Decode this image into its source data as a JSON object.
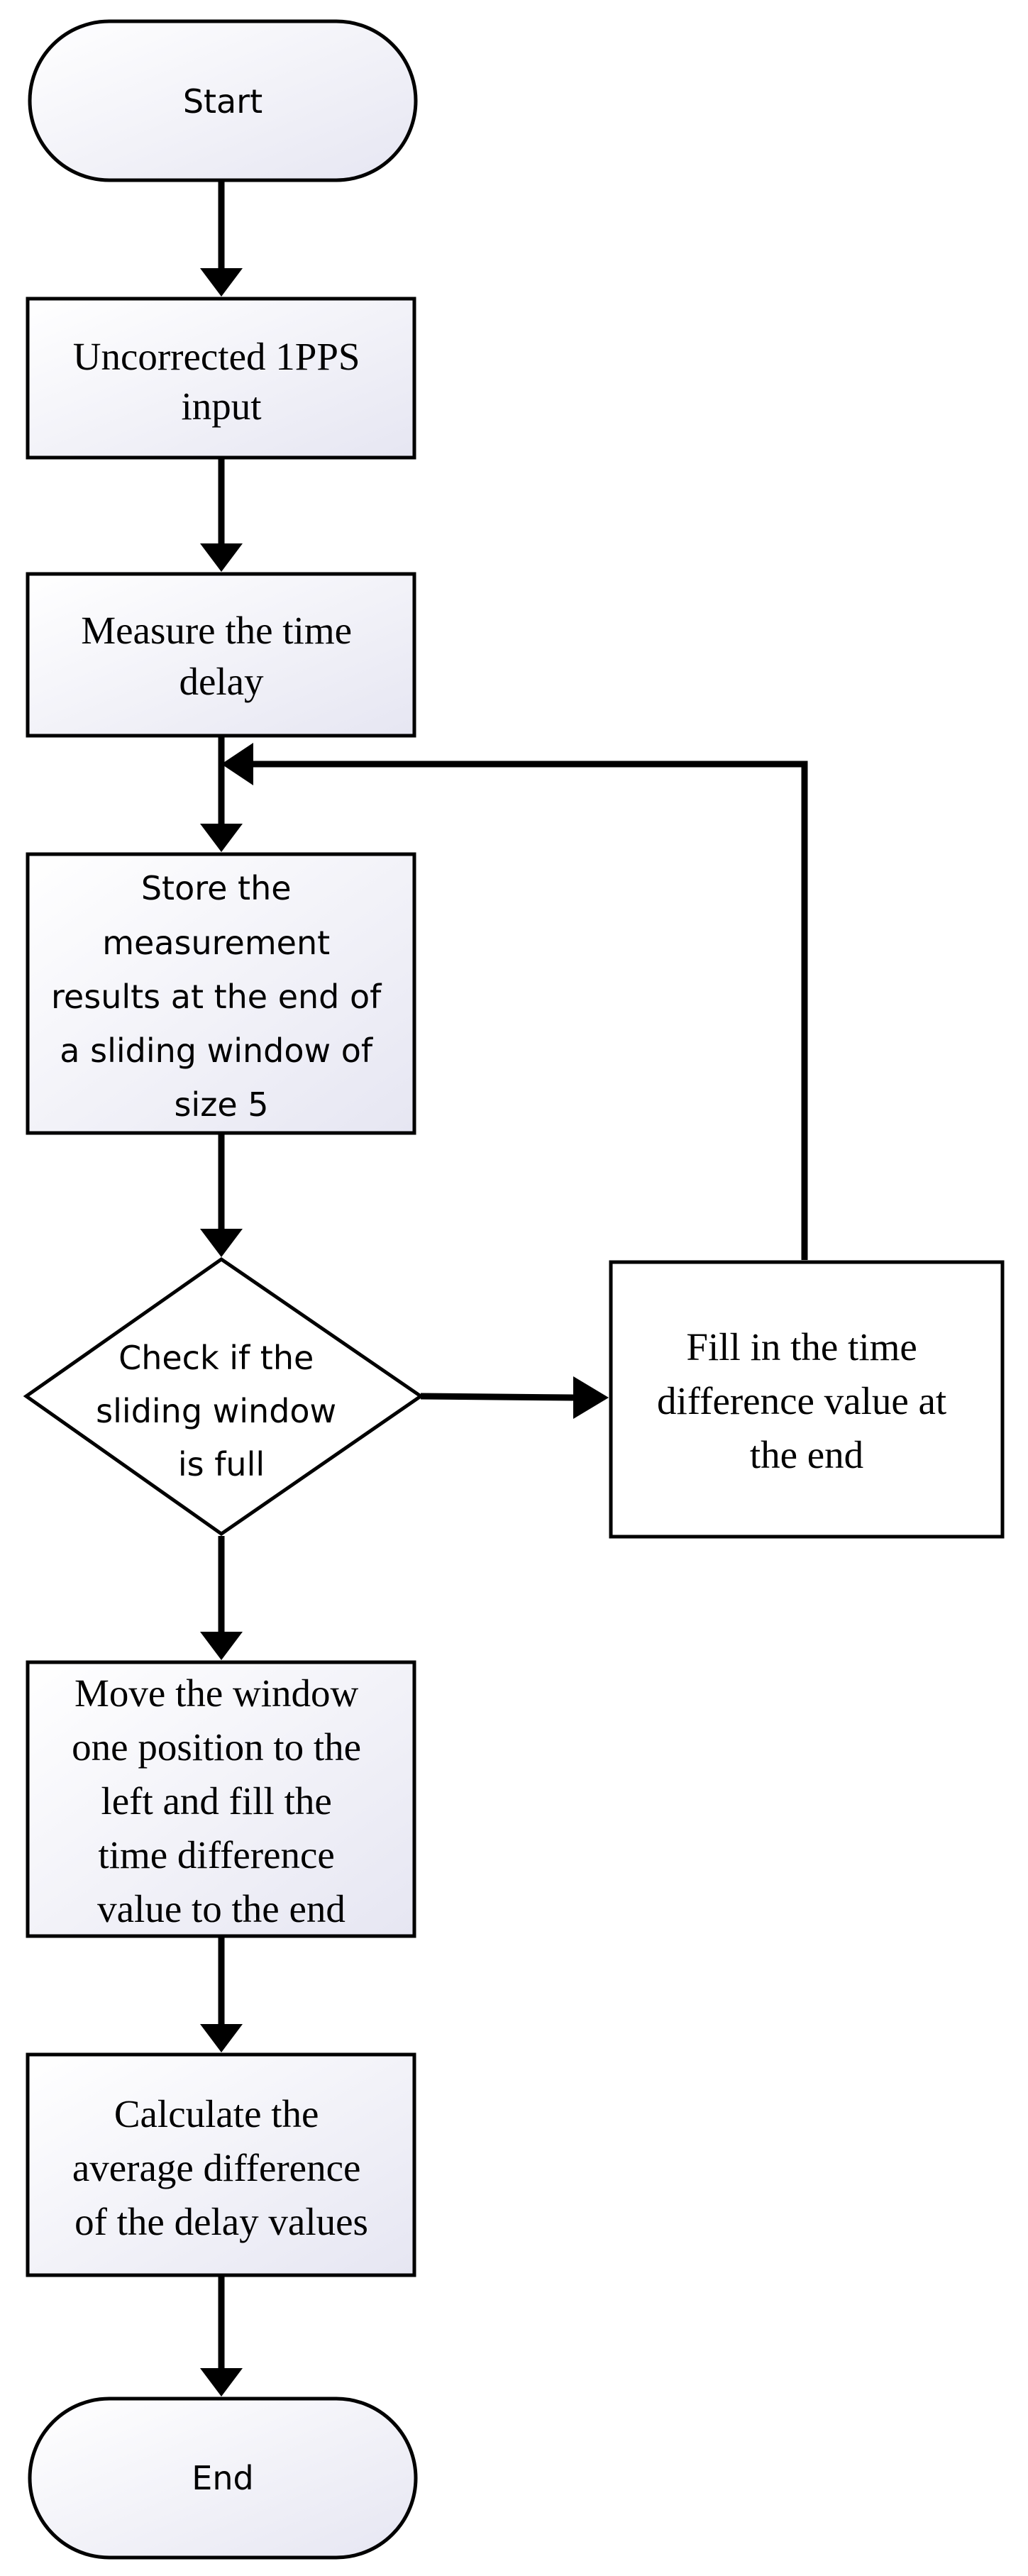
{
  "diagram": {
    "type": "flowchart",
    "colors": {
      "node_fill_light": "#ffffff",
      "node_fill_tint": "#e6e6f2",
      "stroke": "#000000"
    },
    "nodes": {
      "start": {
        "shape": "terminal",
        "lines": [
          "Start"
        ]
      },
      "input": {
        "shape": "process",
        "lines": [
          "Uncorrected 1PPS",
          "input"
        ]
      },
      "measure": {
        "shape": "process",
        "lines": [
          "Measure the time",
          "delay"
        ]
      },
      "store": {
        "shape": "process",
        "lines": [
          "Store the",
          "measurement",
          "results at the end of",
          "a sliding window of",
          "size 5"
        ]
      },
      "check": {
        "shape": "decision",
        "lines": [
          "Check if the",
          "sliding window",
          "is full"
        ]
      },
      "fill": {
        "shape": "process",
        "lines": [
          "Fill in the time",
          "difference value at",
          "the end"
        ]
      },
      "move": {
        "shape": "process",
        "lines": [
          "Move the window",
          "one position to the",
          "left and fill the",
          "time difference",
          "value to the end"
        ]
      },
      "calc": {
        "shape": "process",
        "lines": [
          "Calculate the",
          "average difference",
          "of the delay values"
        ]
      },
      "end": {
        "shape": "terminal",
        "lines": [
          "End"
        ]
      }
    },
    "edges": [
      {
        "from": "start",
        "to": "input"
      },
      {
        "from": "input",
        "to": "measure"
      },
      {
        "from": "measure",
        "to": "store"
      },
      {
        "from": "store",
        "to": "check"
      },
      {
        "from": "check",
        "to": "fill"
      },
      {
        "from": "fill",
        "to": "store"
      },
      {
        "from": "check",
        "to": "move"
      },
      {
        "from": "move",
        "to": "calc"
      },
      {
        "from": "calc",
        "to": "end"
      }
    ]
  }
}
